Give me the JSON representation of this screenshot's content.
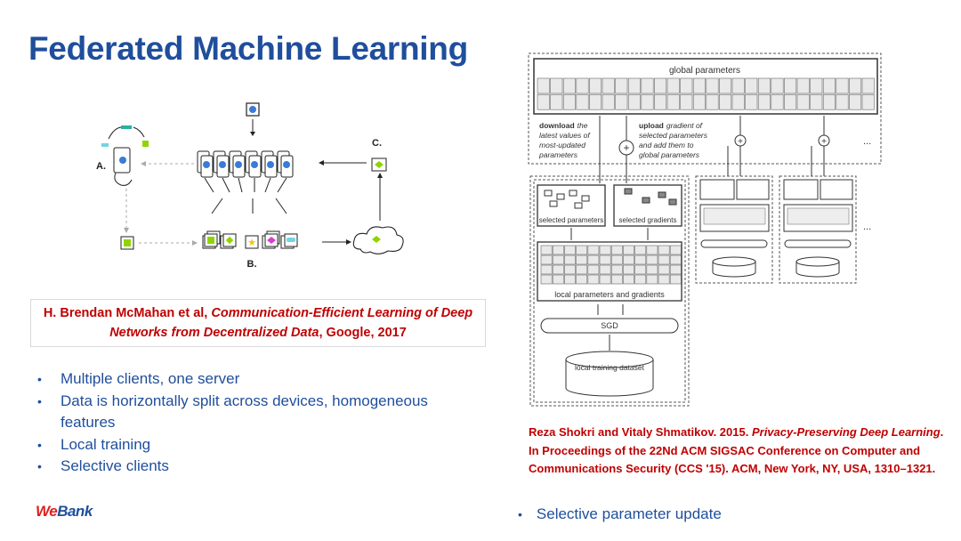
{
  "slide": {
    "title": "Federated Machine Learning",
    "citation": {
      "authors": "H. Brendan McMahan et al, ",
      "paper_title": "Communication-Efficient Learning of Deep Networks from Decentralized Data",
      "venue": ", Google, 2017"
    },
    "bullets": [
      "Multiple clients, one server",
      "Data is horizontally split across devices, homogeneous features",
      "Local training",
      "Selective clients"
    ],
    "logo_prefix": "We",
    "logo_suffix": "Bank",
    "left_figure": {
      "label_a": "A.",
      "label_b": "B.",
      "label_c": "C."
    },
    "right_figure": {
      "global_parameters": "global parameters",
      "download_bold": "download",
      "download_text": [
        "the",
        "latest values of",
        "most-updated",
        "parameters"
      ],
      "upload_bold": "upload",
      "upload_text": [
        "gradient of",
        "selected parameters",
        "and add them to",
        "global parameters"
      ],
      "selected_parameters": "selected parameters",
      "selected_gradients": "selected gradients",
      "local_parameters": "local parameters and gradients",
      "sgd": "SGD",
      "local_dataset": "local training dataset",
      "ellipsis": "..."
    },
    "reference": {
      "authors": "Reza Shokri and Vitaly Shmatikov. 2015. ",
      "title": "Privacy-Preserving Deep Learning",
      "rest": ". In Proceedings of the 22Nd ACM SIGSAC Conference on Computer and Communications Security (CCS '15). ACM, New York, NY, USA, 1310–1321."
    },
    "bullet_right": "Selective parameter update",
    "colors": {
      "title": "#1f4e9c",
      "citation": "#c00000",
      "logo_accent": "#e02020",
      "client_blue": "#3a7bd5",
      "client_green": "#8fd400",
      "client_teal": "#2ab0a0"
    }
  }
}
